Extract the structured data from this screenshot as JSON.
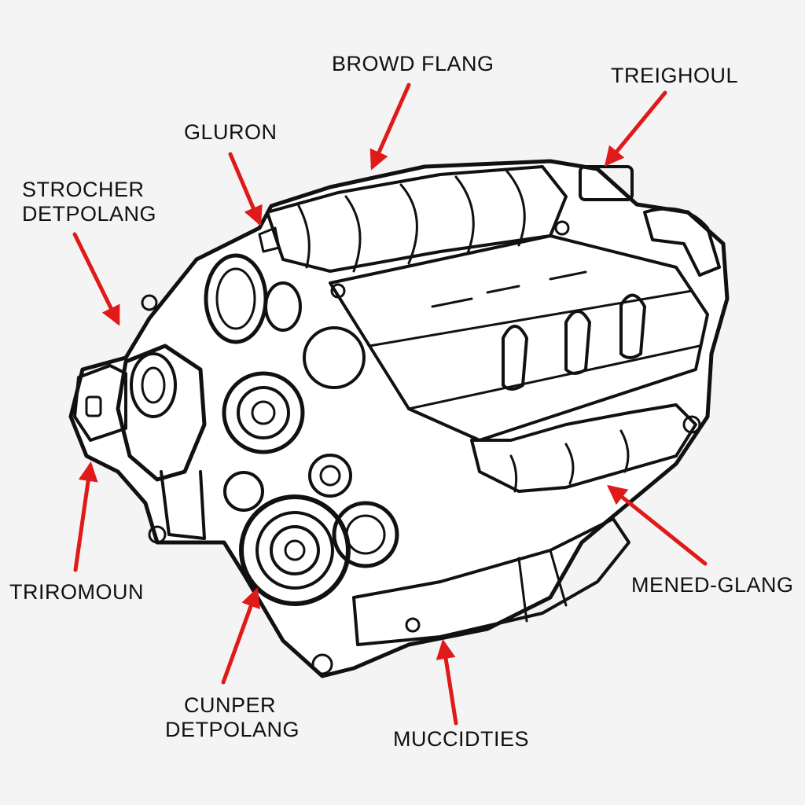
{
  "labels": {
    "browd_flang": "BROWD FLANG",
    "treighoul": "TREIGHOUL",
    "gluron": "GLURON",
    "strocher": [
      "STROCHER",
      "DETPOLANG"
    ],
    "triromoun": "TRIROMOUN",
    "mened_glang": "MENED-GLANG",
    "cunper": [
      "CUNPER",
      "DETPOLANG"
    ],
    "muccidties": "MUCCIDTIES"
  },
  "colors": {
    "arrow": "#e01919",
    "line": "#111111",
    "background": "#f4f4f4",
    "engine_fill": "#ffffff"
  }
}
